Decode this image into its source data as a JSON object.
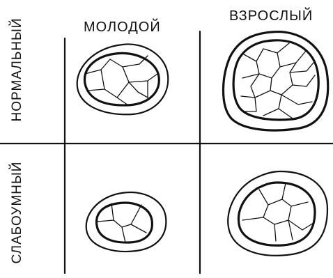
{
  "columns": {
    "young": "МОЛОДОЙ",
    "adult": "ВЗРОСЛЫЙ"
  },
  "rows": {
    "normal": "НОРМАЛЬНЫЙ",
    "weak": "СЛАБОУМНЫЙ"
  },
  "colors": {
    "ink": "#111111",
    "background": "#ffffff"
  }
}
